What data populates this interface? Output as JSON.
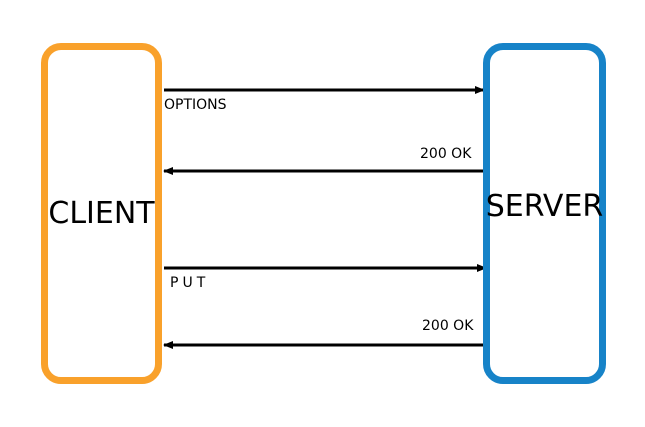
{
  "client": {
    "label": "CLIENT",
    "color": "#f9a12b"
  },
  "server": {
    "label": "SERVER",
    "color": "#1783c8"
  },
  "messages": [
    {
      "label": "OPTIONS",
      "direction": "client-to-server"
    },
    {
      "label": "200 OK",
      "direction": "server-to-client"
    },
    {
      "label": "PUT",
      "direction": "client-to-server"
    },
    {
      "label": "200 OK",
      "direction": "server-to-client"
    }
  ]
}
